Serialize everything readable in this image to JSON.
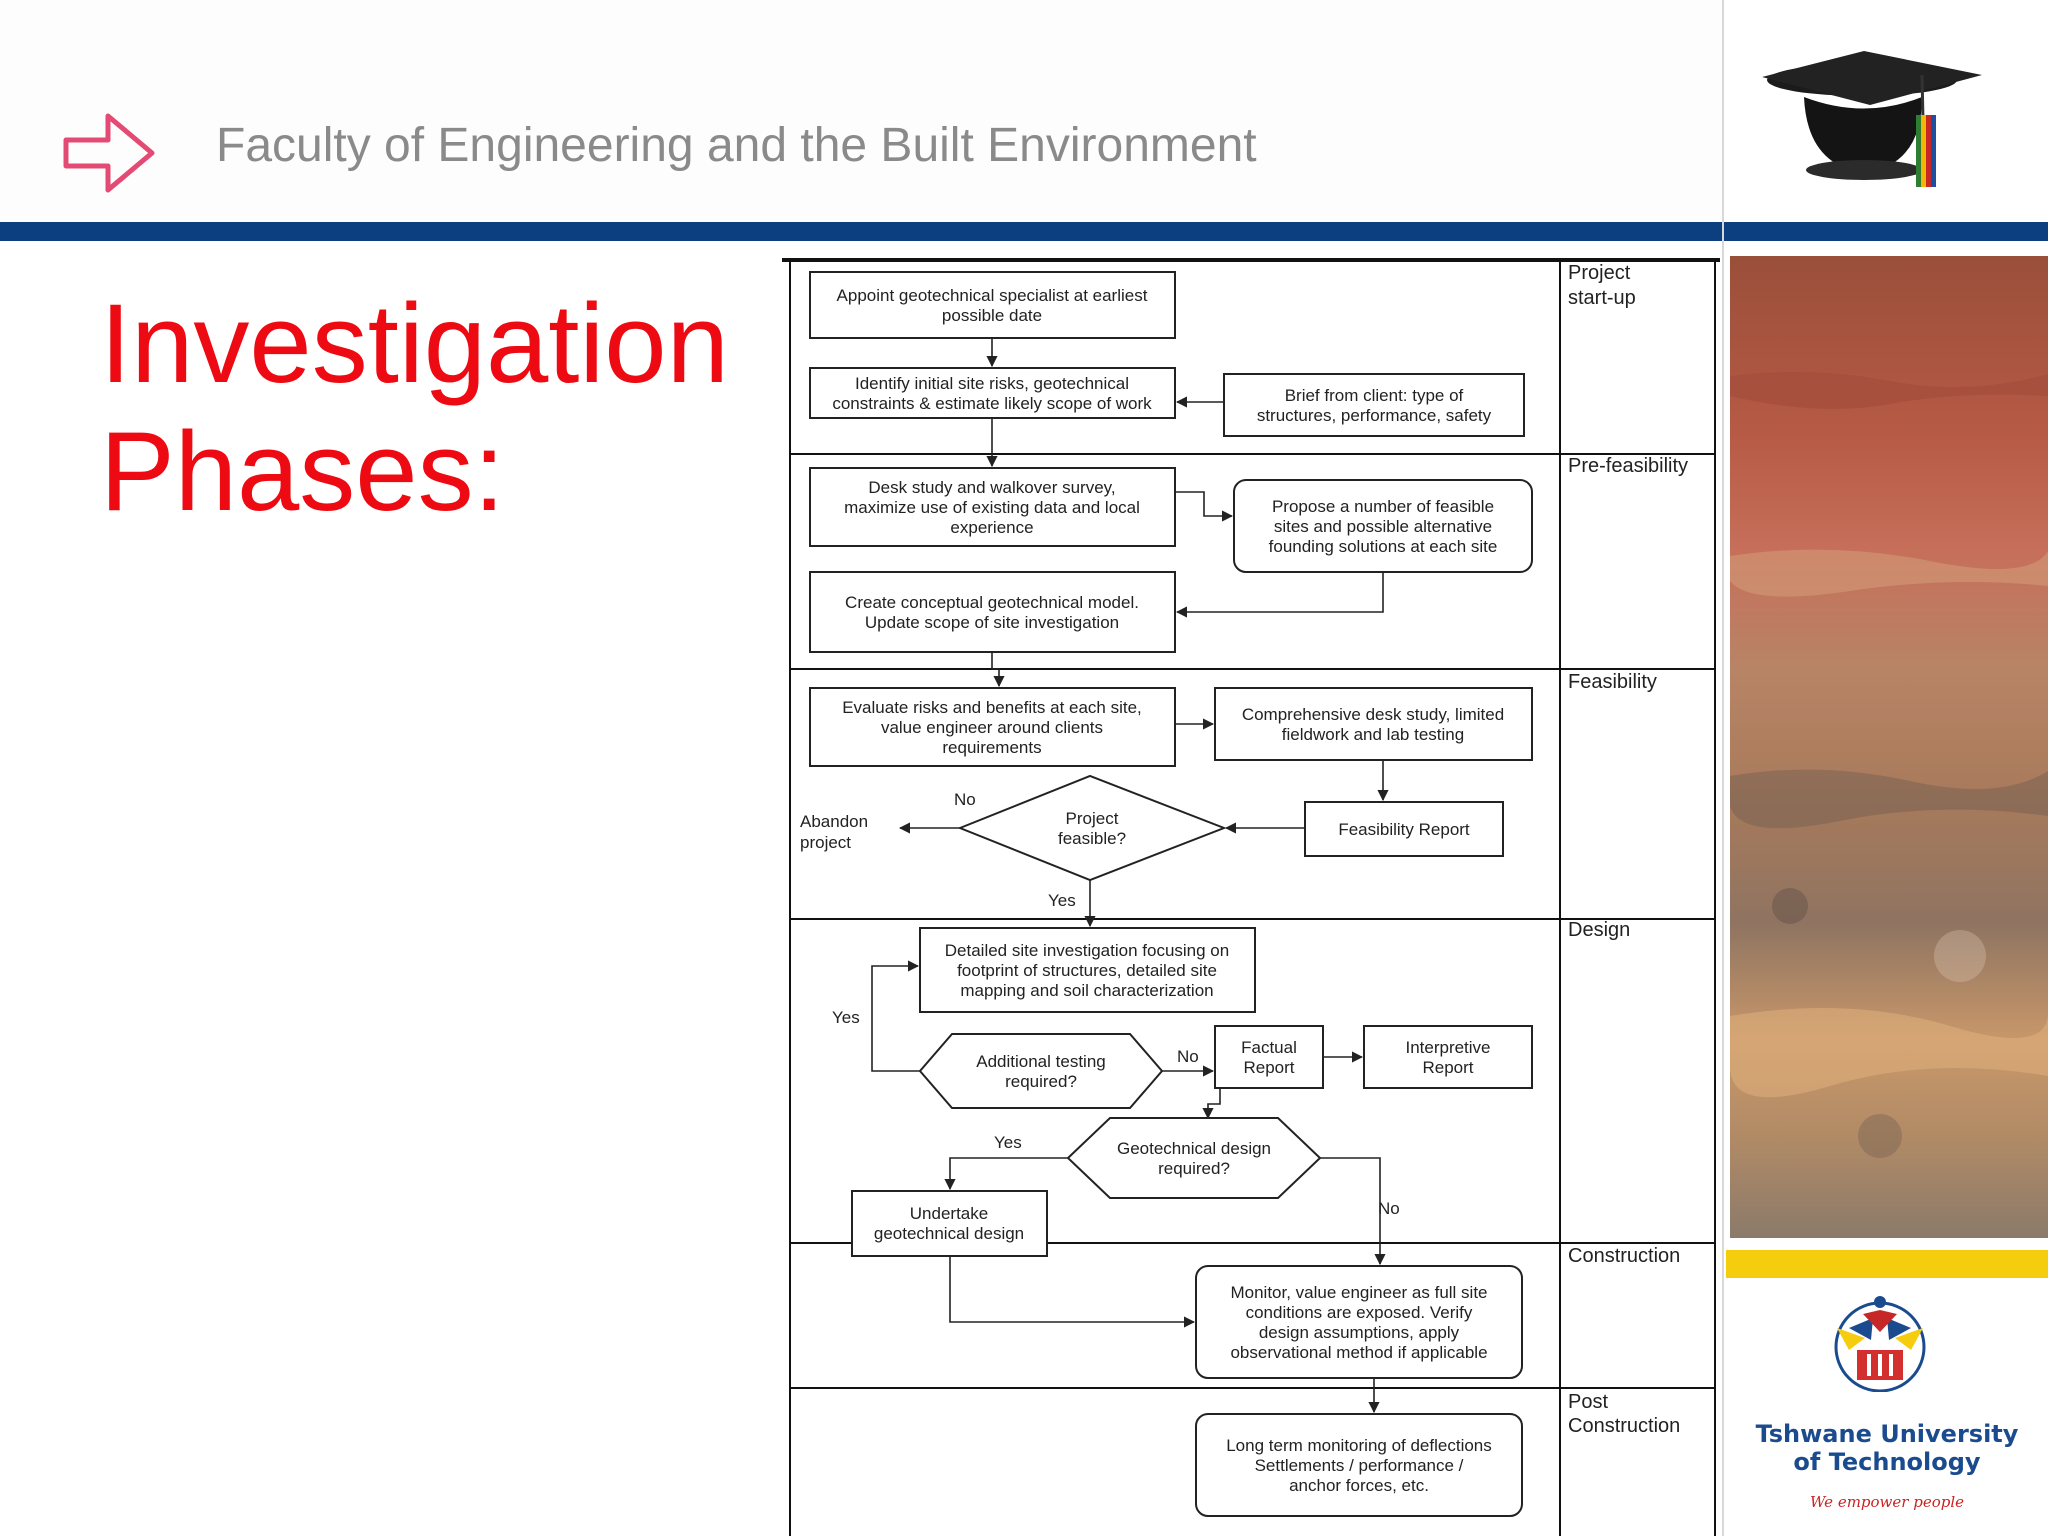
{
  "header": {
    "faculty": "Faculty of Engineering and the Built Environment",
    "icons": [
      "arrow-right-icon",
      "graduation-cap-icon"
    ]
  },
  "title": {
    "line1": "Investigation",
    "line2": "Phases:"
  },
  "phases": {
    "start_1": "Project",
    "start_2": "start-up",
    "prefeas": "Pre-feasibility",
    "feas": "Feasibility",
    "design": "Design",
    "construction": "Construction",
    "post_1": "Post",
    "post_2": "Construction"
  },
  "nodes": {
    "appoint": [
      "Appoint geotechnical specialist at earliest",
      "possible date"
    ],
    "identify": [
      "Identify initial site risks, geotechnical",
      "constraints & estimate likely scope of work"
    ],
    "brief": [
      "Brief from client: type of",
      "structures, performance, safety"
    ],
    "desk": [
      "Desk study and walkover survey,",
      "maximize use of existing data and local",
      "experience"
    ],
    "propose": [
      "Propose a number of feasible",
      "sites and possible alternative",
      "founding solutions at each site"
    ],
    "model": [
      "Create conceptual geotechnical model.",
      "Update scope of site investigation"
    ],
    "evaluate": [
      "Evaluate risks and benefits at each site,",
      "value engineer around clients",
      "requirements"
    ],
    "comprehensive": [
      "Comprehensive desk study, limited",
      "fieldwork and lab testing"
    ],
    "feas_report": [
      "Feasibility Report"
    ],
    "project_feasible": [
      "Project",
      "feasible?"
    ],
    "abandon": [
      "Abandon",
      "project"
    ],
    "detailed": [
      "Detailed site investigation focusing on",
      "footprint of structures, detailed site",
      "mapping and soil characterization"
    ],
    "additional": [
      "Additional testing",
      "required?"
    ],
    "factual": [
      "Factual",
      "Report"
    ],
    "interpretive": [
      "Interpretive",
      "Report"
    ],
    "geo_design_q": [
      "Geotechnical design",
      "required?"
    ],
    "undertake": [
      "Undertake",
      "geotechnical design"
    ],
    "monitor": [
      "Monitor, value engineer as full site",
      "conditions are exposed. Verify",
      "design assumptions, apply",
      "observational method if applicable"
    ],
    "longterm": [
      "Long term monitoring of deflections",
      "Settlements / performance /",
      "anchor forces, etc."
    ]
  },
  "labels": {
    "no": "No",
    "yes": "Yes"
  },
  "sidebar": {
    "photo": "rock-strata-photo",
    "university": "Tshwane University",
    "university_2": "of Technology",
    "tagline": "We empower people",
    "logo": "tut-emblem-icon"
  },
  "colors": {
    "title": "#ee0a12",
    "header_bar": "#0c3f80",
    "accent_band": "#f6cc0e",
    "faculty_text": "#8a8a8a",
    "university_text": "#1b4b8f"
  }
}
